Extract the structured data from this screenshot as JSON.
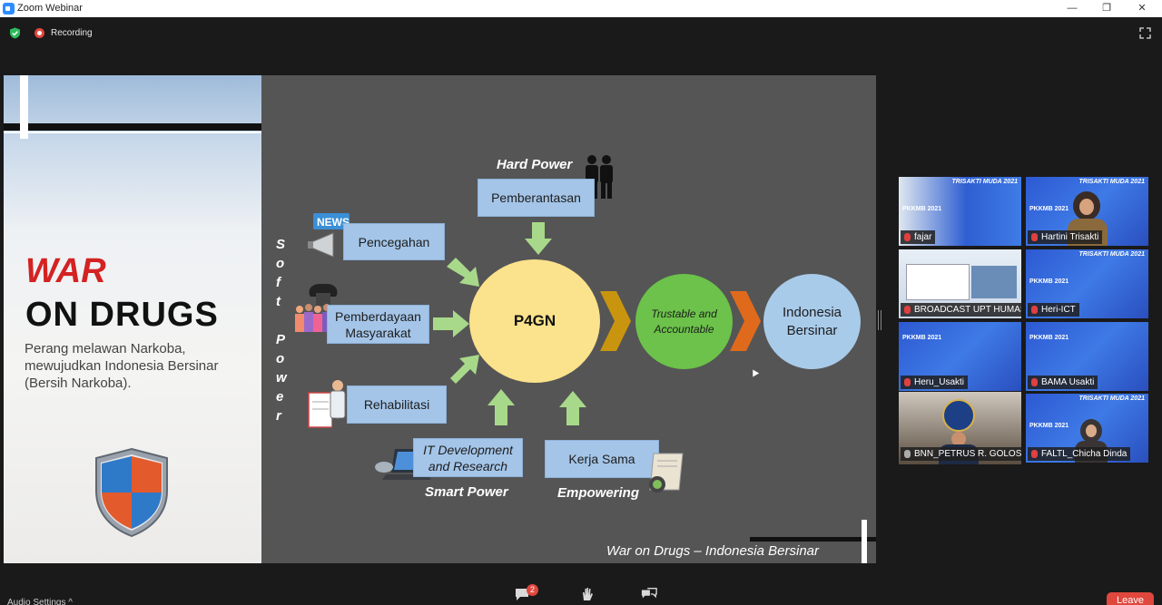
{
  "window": {
    "title": "Zoom Webinar",
    "minimize": "—",
    "maximize": "❐",
    "close": "✕"
  },
  "meeting": {
    "recording_label": "Recording"
  },
  "slide": {
    "title_line1": "WAR",
    "title_line2": "ON DRUGS",
    "subtitle": "Perang melawan Narkoba, mewujudkan Indonesia Bersinar (Bersih Narkoba).",
    "hard_power": "Hard Power",
    "pemberantasan": "Pemberantasan",
    "soft_power_letters": [
      "S",
      "o",
      "f",
      "t",
      "",
      "P",
      "o",
      "w",
      "e",
      "r"
    ],
    "pencegahan": "Pencegahan",
    "pemberdayaan": "Pemberdayaan Masyarakat",
    "rehabilitasi": "Rehabilitasi",
    "it_dev": "IT Development and Research",
    "kerja_sama": "Kerja Sama",
    "smart_power": "Smart Power",
    "empowering": "Empowering",
    "p4gn": "P4GN",
    "trustable": "Trustable and Accountable",
    "indonesia_bersinar": "Indonesia Bersinar",
    "news_icon_text": "NEWS",
    "footer": "War on Drugs – Indonesia Bersinar",
    "colors": {
      "p4gn": "#fbe28c",
      "trustable": "#6cc24a",
      "indonesia": "#a9cbea",
      "arrow_green": "#a8d98a",
      "chevron1": "#c9950f",
      "chevron2": "#e06a1b",
      "war_red": "#d42222"
    }
  },
  "participants": [
    {
      "name": "fajar",
      "banner": "TRISAKTI MUDA 2021",
      "style": "blue"
    },
    {
      "name": "Hartini Trisakti",
      "banner": "TRISAKTI MUDA 2021",
      "style": "blue-person"
    },
    {
      "name": "BROADCAST UPT HUMAS",
      "banner": "",
      "style": "light"
    },
    {
      "name": "Heri-ICT",
      "banner": "TRISAKTI MUDA 2021",
      "style": "blue"
    },
    {
      "name": "Heru_Usakti",
      "banner": "",
      "style": "blue"
    },
    {
      "name": "BAMA Usakti",
      "banner": "",
      "style": "blue"
    },
    {
      "name": "BNN_PETRUS R. GOLOSE",
      "banner": "",
      "style": "room"
    },
    {
      "name": "FALTL_Chicha Dinda",
      "banner": "TRISAKTI MUDA 2021",
      "style": "blue-person"
    }
  ],
  "tile_banner_sub": "PKKMB 2021",
  "controls": {
    "audio_settings": "Audio Settings",
    "chat_badge": "2",
    "leave": "Leave"
  }
}
